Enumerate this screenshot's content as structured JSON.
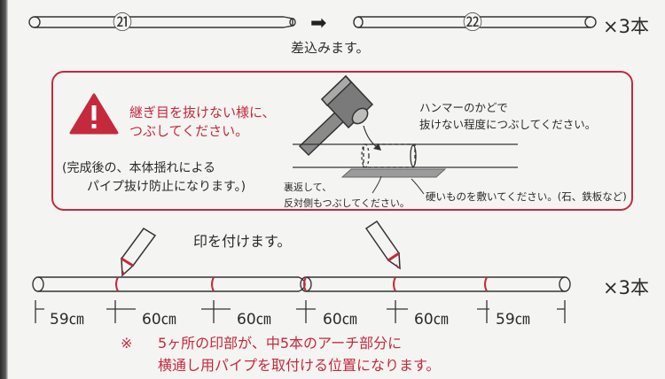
{
  "top_row": {
    "pipe_left_number": "㉑",
    "pipe_right_number": "㉒",
    "arrow": "➡",
    "insert_label": "差込みます。",
    "quantity": "×3本"
  },
  "warning": {
    "title": "継ぎ目を抜けない様に、\nつぶしてください。",
    "note": "(完成後の、本体揺れによる\n　　パイプ抜け防止になります。)",
    "hammer_text": "ハンマーのかどで\n抜けない程度につぶしてください。",
    "reverse_text": "裏返して、\n反対側もつぶしてください。",
    "hard_object_text": "硬いものを敷いてください。(石、鉄板など)"
  },
  "marking": {
    "mark_label": "印を付けます。",
    "quantity": "×3本",
    "measurements": [
      "59㎝",
      "60㎝",
      "60㎝",
      "60㎝",
      "60㎝",
      "59㎝"
    ]
  },
  "footnote": {
    "mark": "※",
    "text": "5ヶ所の印部が、中5本のアーチ部分に\n横通し用パイプを取付ける位置になります。"
  },
  "colors": {
    "accent_red": "#c42a3c",
    "background": "#f4f4f2"
  },
  "icons": [
    "warning-icon",
    "hammer-icon",
    "pencil-icon",
    "arrow-right-icon"
  ]
}
